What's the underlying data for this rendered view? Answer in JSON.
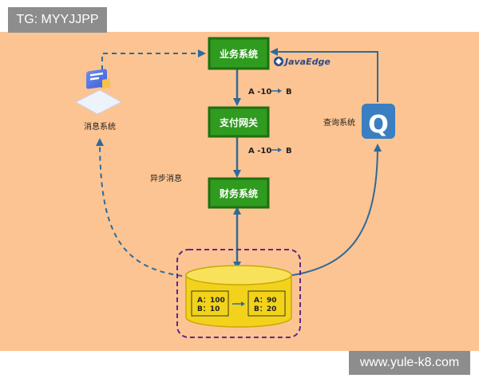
{
  "watermarks": {
    "top_left": "TG: MYYJJPP",
    "bottom_right": "www.yule-k8.com"
  },
  "brand": {
    "logo_text": "JavaEdge"
  },
  "colors": {
    "background": "#fcc492",
    "box_fill": "#2f9b1f",
    "box_border": "#1f6f12",
    "arrow": "#2f6a9a",
    "db_fill": "#f2d21b",
    "db_border": "#c8a90a",
    "db_outline": "#5a2a8a",
    "q_tile": "#3a7fc1"
  },
  "nodes": {
    "business": "业务系统",
    "payment_gateway": "支付网关",
    "finance": "财务系统",
    "message": "消息系统",
    "query": "查询系统",
    "query_icon": "Q"
  },
  "labels": {
    "transfer_1_left": "A -10",
    "transfer_1_right": "B",
    "transfer_2_left": "A -10",
    "transfer_2_right": "B",
    "async_message": "异步消息"
  },
  "database": {
    "before": {
      "line_a": "A：100",
      "line_b": "B：10"
    },
    "after": {
      "line_a": "A：90",
      "line_b": "B：20"
    }
  }
}
